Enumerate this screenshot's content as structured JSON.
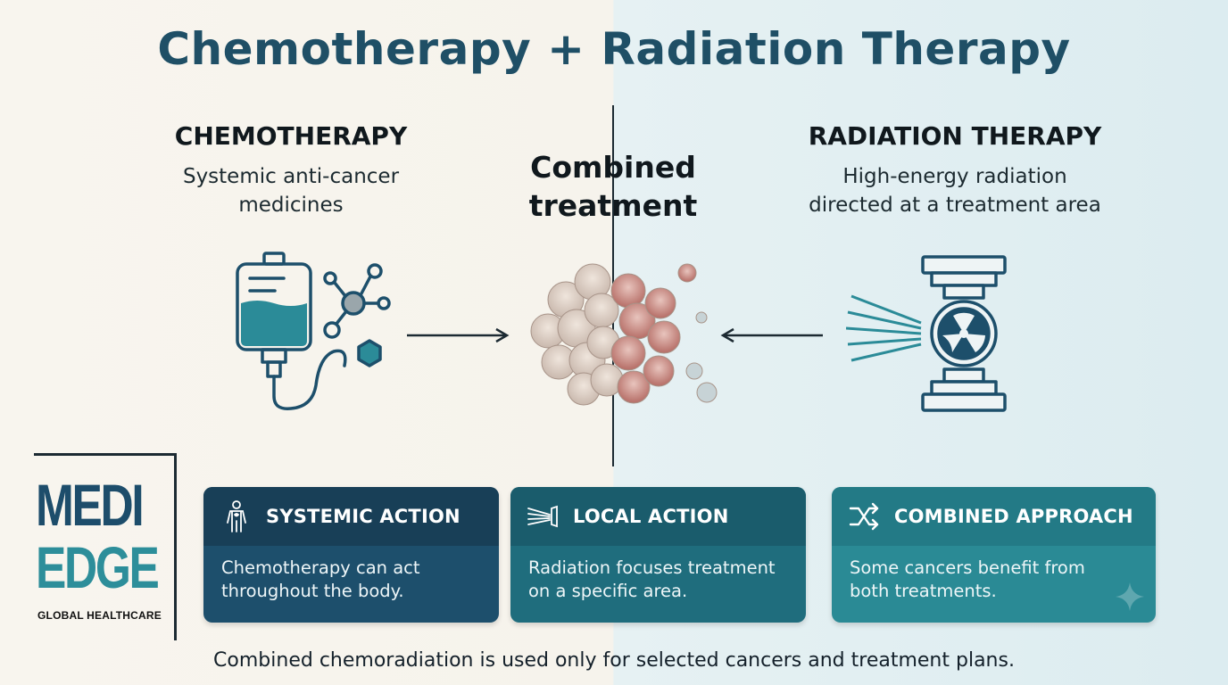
{
  "title": "Chemotherapy + Radiation Therapy",
  "left": {
    "heading": "CHEMOTHERAPY",
    "subtitle_line1": "Systemic anti-cancer",
    "subtitle_line2": "medicines",
    "icon": "iv-drip-and-molecule-icon"
  },
  "center": {
    "label_line1": "Combined",
    "label_line2": "treatment",
    "icon": "tumor-cell-cluster-icon"
  },
  "right": {
    "heading": "RADIATION THERAPY",
    "subtitle_line1": "High-energy radiation",
    "subtitle_line2": "directed at a treatment area",
    "icon": "radiation-machine-icon"
  },
  "logo": {
    "line1": "MEDI",
    "line2": "EDGE",
    "tagline": "GLOBAL HEALTHCARE",
    "colors": {
      "medi": "#1d4d6b",
      "edge": "#2d8e9a"
    }
  },
  "cards": [
    {
      "title": "SYSTEMIC ACTION",
      "body_line1": "Chemotherapy can act",
      "body_line2": "throughout the body.",
      "icon": "human-body-icon",
      "color": "#1d4f6c"
    },
    {
      "title": "LOCAL ACTION",
      "body_line1": "Radiation focuses treatment",
      "body_line2": "on a specific area.",
      "icon": "radiation-beam-icon",
      "color": "#1f6d7d"
    },
    {
      "title": "COMBINED APPROACH",
      "body_line1": "Some cancers benefit from",
      "body_line2": "both treatments.",
      "icon": "shuffle-arrows-icon",
      "color": "#2a8a95"
    }
  ],
  "footer": "Combined chemoradiation is used only for selected cancers and treatment plans."
}
